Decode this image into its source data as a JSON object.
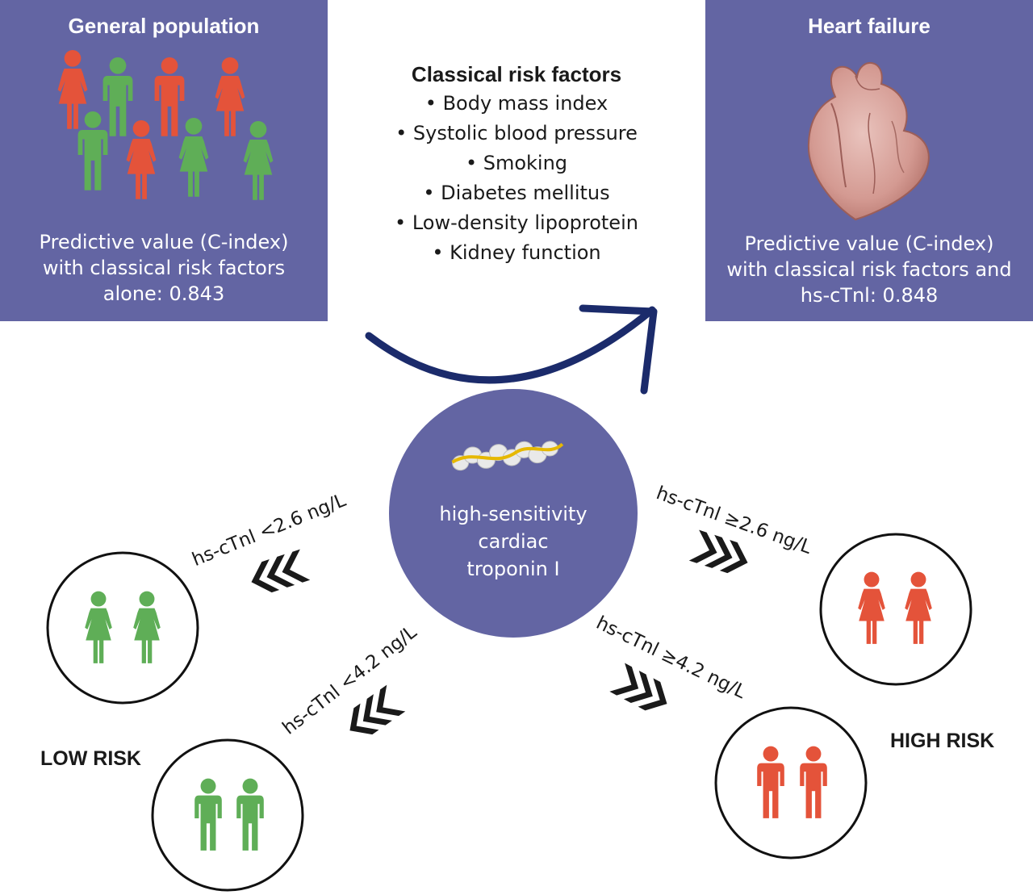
{
  "general_population": {
    "title": "General population",
    "predictive_lines": [
      "Predictive value (C-index)",
      "with classical risk factors",
      "alone: 0.843"
    ]
  },
  "heart_failure": {
    "title": "Heart failure",
    "predictive_lines": [
      "Predictive value (C-index)",
      "with classical risk factors and",
      "hs-cTnl: 0.848"
    ]
  },
  "classical_risk_factors": {
    "title": "Classical risk factors",
    "items": [
      "Body mass index",
      "Systolic blood pressure",
      "Smoking",
      "Diabetes mellitus",
      "Low-density lipoprotein",
      "Kidney function"
    ]
  },
  "troponin": {
    "lines": [
      "high-sensitivity",
      "cardiac",
      "troponin I"
    ]
  },
  "thresholds": {
    "women_low": "hs-cTnl <2.6 ng/L",
    "men_low": "hs-cTnl <4.2 ng/L",
    "women_high": "hs-cTnl ≥2.6 ng/L",
    "men_high": "hs-cTnl ≥4.2 ng/L"
  },
  "risk_labels": {
    "low": "LOW RISK",
    "high": "HIGH RISK"
  },
  "colors": {
    "panel": "#6365a3",
    "low_risk_green": "#5fae57",
    "high_risk_red": "#e4533a",
    "arrow": "#1b2b6b",
    "chevron": "#1a1a1a"
  },
  "icons": [
    "female-figure-icon",
    "male-figure-icon",
    "heart-illustration-icon",
    "troponin-molecule-icon",
    "curved-arrow-icon",
    "chevron-left-icon",
    "chevron-right-icon"
  ]
}
